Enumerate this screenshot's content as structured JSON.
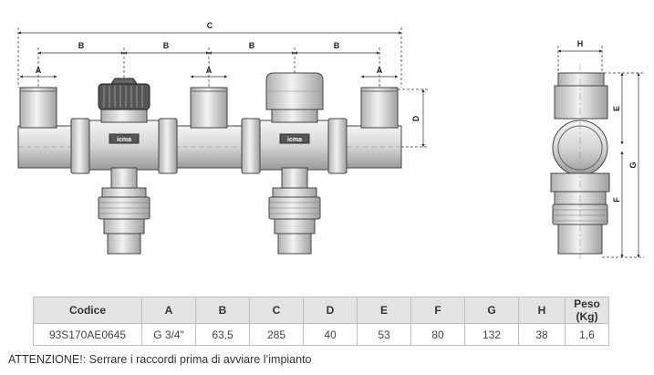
{
  "drawing": {
    "dimension_letters": {
      "a": "A",
      "b": "B",
      "c": "C",
      "d": "D",
      "e": "E",
      "f": "F",
      "g": "G",
      "h": "H"
    },
    "valve_label": "icma"
  },
  "table": {
    "headers": [
      "Codice",
      "A",
      "B",
      "C",
      "D",
      "E",
      "F",
      "G",
      "H",
      "Peso (Kg)"
    ],
    "rows": [
      [
        "93S170AE0645",
        "G 3/4\"",
        "63,5",
        "285",
        "40",
        "53",
        "80",
        "132",
        "38",
        "1,6"
      ]
    ]
  },
  "note": "ATTENZIONE!: Serrare i raccordi prima di avviare l’impianto"
}
